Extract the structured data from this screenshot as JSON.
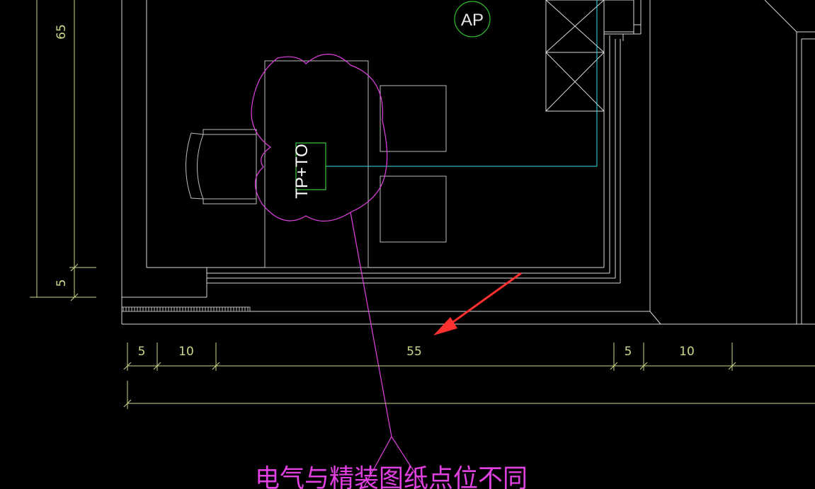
{
  "colors": {
    "background": "#000000",
    "wall": "#d9d9d9",
    "furniture": "#bdbdbd",
    "dimension": "#c9d88a",
    "cloud": "#e040e0",
    "device": "#40c840",
    "wire": "#40e0e0",
    "ap_symbol": "#30c030",
    "arrow": "#ff3030"
  },
  "symbols": {
    "ap_label": "AP",
    "outlet_label": "TP+TO"
  },
  "dimensions": {
    "vertical_top": "65",
    "vertical_bottom": "5",
    "bottom": [
      "5",
      "10",
      "55",
      "5",
      "10"
    ]
  },
  "annotation": {
    "text": "电气与精装图纸点位不同"
  },
  "icons": {
    "arrow": "red-arrow-icon",
    "chair": "chair-icon",
    "cloud": "revision-cloud-icon"
  }
}
